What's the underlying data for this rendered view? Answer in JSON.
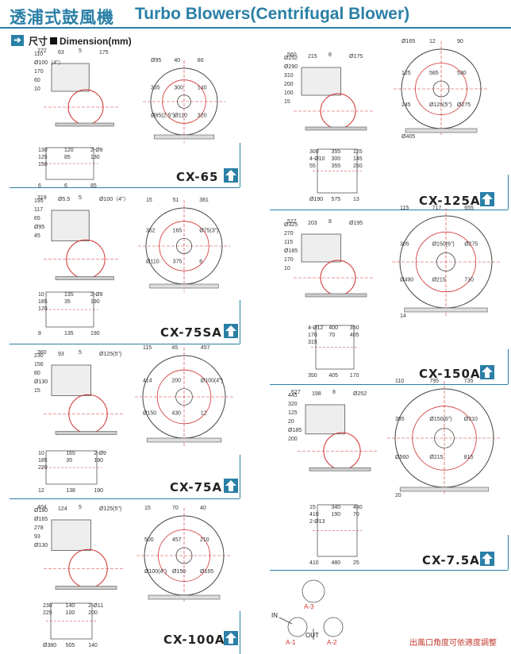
{
  "header": {
    "title_zh": "透浦式鼓風機",
    "title_en": "Turbo Blowers(Centrifugal Blower)",
    "dimension_label": "Dimension(mm)",
    "dimension_prefix": "尺寸"
  },
  "models": [
    {
      "name": "CX-65",
      "dims": [
        "272",
        "63",
        "5",
        "175",
        "110",
        "Ø100（4\"）",
        "170",
        "60",
        "10",
        "Ø95",
        "40",
        "86",
        "335",
        "300",
        "140",
        "Ø85(2.5\")",
        "Ø110",
        "320",
        "6",
        "6",
        "85",
        "130",
        "120",
        "2-Ø9",
        "125",
        "85",
        "130",
        "150"
      ]
    },
    {
      "name": "CX-75SA",
      "dims": [
        "319",
        "Ø5.5",
        "5",
        "Ø100（4\"）",
        "195",
        "117",
        "65",
        "Ø95",
        "45",
        "15",
        "51",
        "381",
        "352",
        "165",
        "Ø75(3\")",
        "Ø110",
        "375",
        "8",
        "8",
        "135",
        "190",
        "10",
        "135",
        "2-Ø9",
        "185",
        "35",
        "190",
        "170"
      ]
    },
    {
      "name": "CX-75A",
      "dims": [
        "360",
        "93",
        "5",
        "Ø125(5\")",
        "230",
        "156",
        "80",
        "Ø130",
        "15",
        "115",
        "45",
        "457",
        "414",
        "200",
        "Ø100(4\")",
        "Ø150",
        "430",
        "12",
        "12",
        "138",
        "190",
        "10",
        "165",
        "2-Ø9",
        "185",
        "35",
        "190",
        "220"
      ]
    },
    {
      "name": "CX-100A",
      "dims": [
        "404",
        "124",
        "5",
        "Ø125(5\")",
        "Ø180",
        "Ø165",
        "278",
        "93",
        "Ø130",
        "15",
        "70",
        "40",
        "500",
        "457",
        "210",
        "Ø100(4\")",
        "Ø150",
        "Ø165",
        "Ø380",
        "505",
        "140",
        "230",
        "140",
        "2-Ø11",
        "225",
        "100",
        "200"
      ]
    },
    {
      "name": "CX-125A",
      "dims": [
        "560",
        "215",
        "8",
        "Ø175",
        "Ø252",
        "Ø290",
        "310",
        "200",
        "100",
        "15",
        "Ø165",
        "12",
        "90",
        "125",
        "585",
        "530",
        "245",
        "Ø125(5\")",
        "Ø275",
        "Ø405",
        "Ø190",
        "575",
        "13",
        "300",
        "355",
        "125",
        "4-Ø10",
        "300",
        "145",
        "55",
        "355",
        "250"
      ]
    },
    {
      "name": "CX-150A",
      "dims": [
        "527",
        "203",
        "8",
        "Ø195",
        "Ø325",
        "270",
        "115",
        "Ø185",
        "170",
        "10",
        "115",
        "717",
        "655",
        "305",
        "Ø150(6\")",
        "Ø275",
        "Ø490",
        "Ø215",
        "710",
        "14",
        "350",
        "405",
        "170",
        "4-Ø12",
        "400",
        "350",
        "170",
        "70",
        "405",
        "315"
      ]
    },
    {
      "name": "CX-7.5A",
      "dims": [
        "627",
        "198",
        "8",
        "Ø252",
        "445",
        "320",
        "125",
        "20",
        "Ø185",
        "200",
        "110",
        "795",
        "735",
        "395",
        "Ø150(6\")",
        "Ø310",
        "Ø560",
        "Ø215",
        "815",
        "20",
        "410",
        "480",
        "25",
        "15",
        "340",
        "480",
        "410",
        "190",
        "70",
        "2-Ø13"
      ]
    }
  ],
  "angle_diagram": {
    "labels": [
      "IN",
      "A-3",
      "OUT",
      "A-1",
      "A-2"
    ]
  },
  "footer": {
    "note": "出風口角度可依適度調整"
  },
  "colors": {
    "accent": "#2a7fa6",
    "drawing_red": "#d03030",
    "note_red": "#c0392b"
  }
}
